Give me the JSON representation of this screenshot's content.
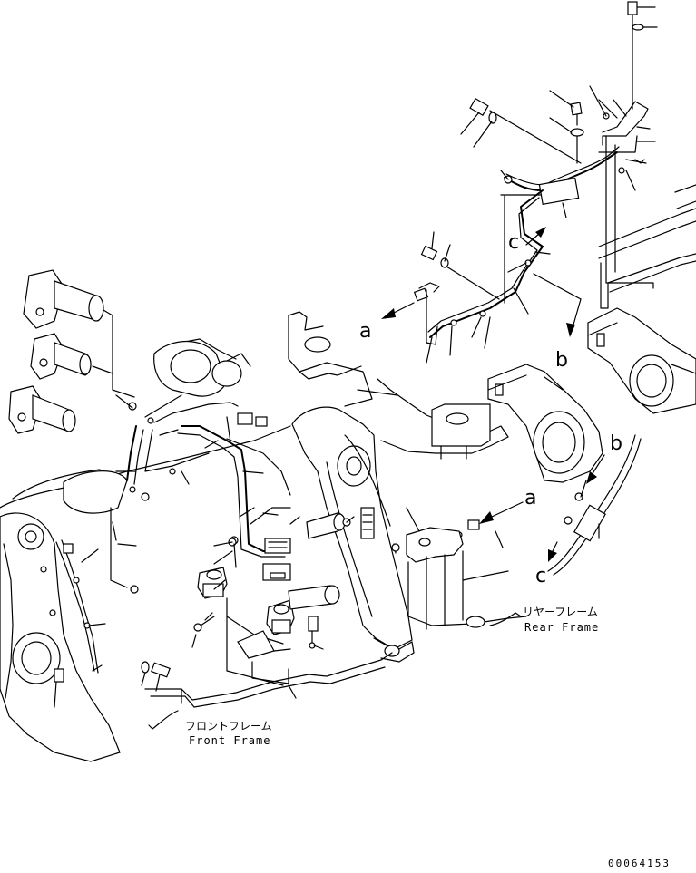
{
  "callouts": {
    "a_upper": "a",
    "a_lower": "a",
    "b_upper": "b",
    "b_lower": "b",
    "c_upper": "c",
    "c_lower": "c"
  },
  "labels": {
    "rear_frame_jp": "リヤーフレーム",
    "rear_frame_en": "Rear Frame",
    "front_frame_jp": "フロントフレーム",
    "front_frame_en": "Front Frame"
  },
  "drawing_code": "00064153"
}
